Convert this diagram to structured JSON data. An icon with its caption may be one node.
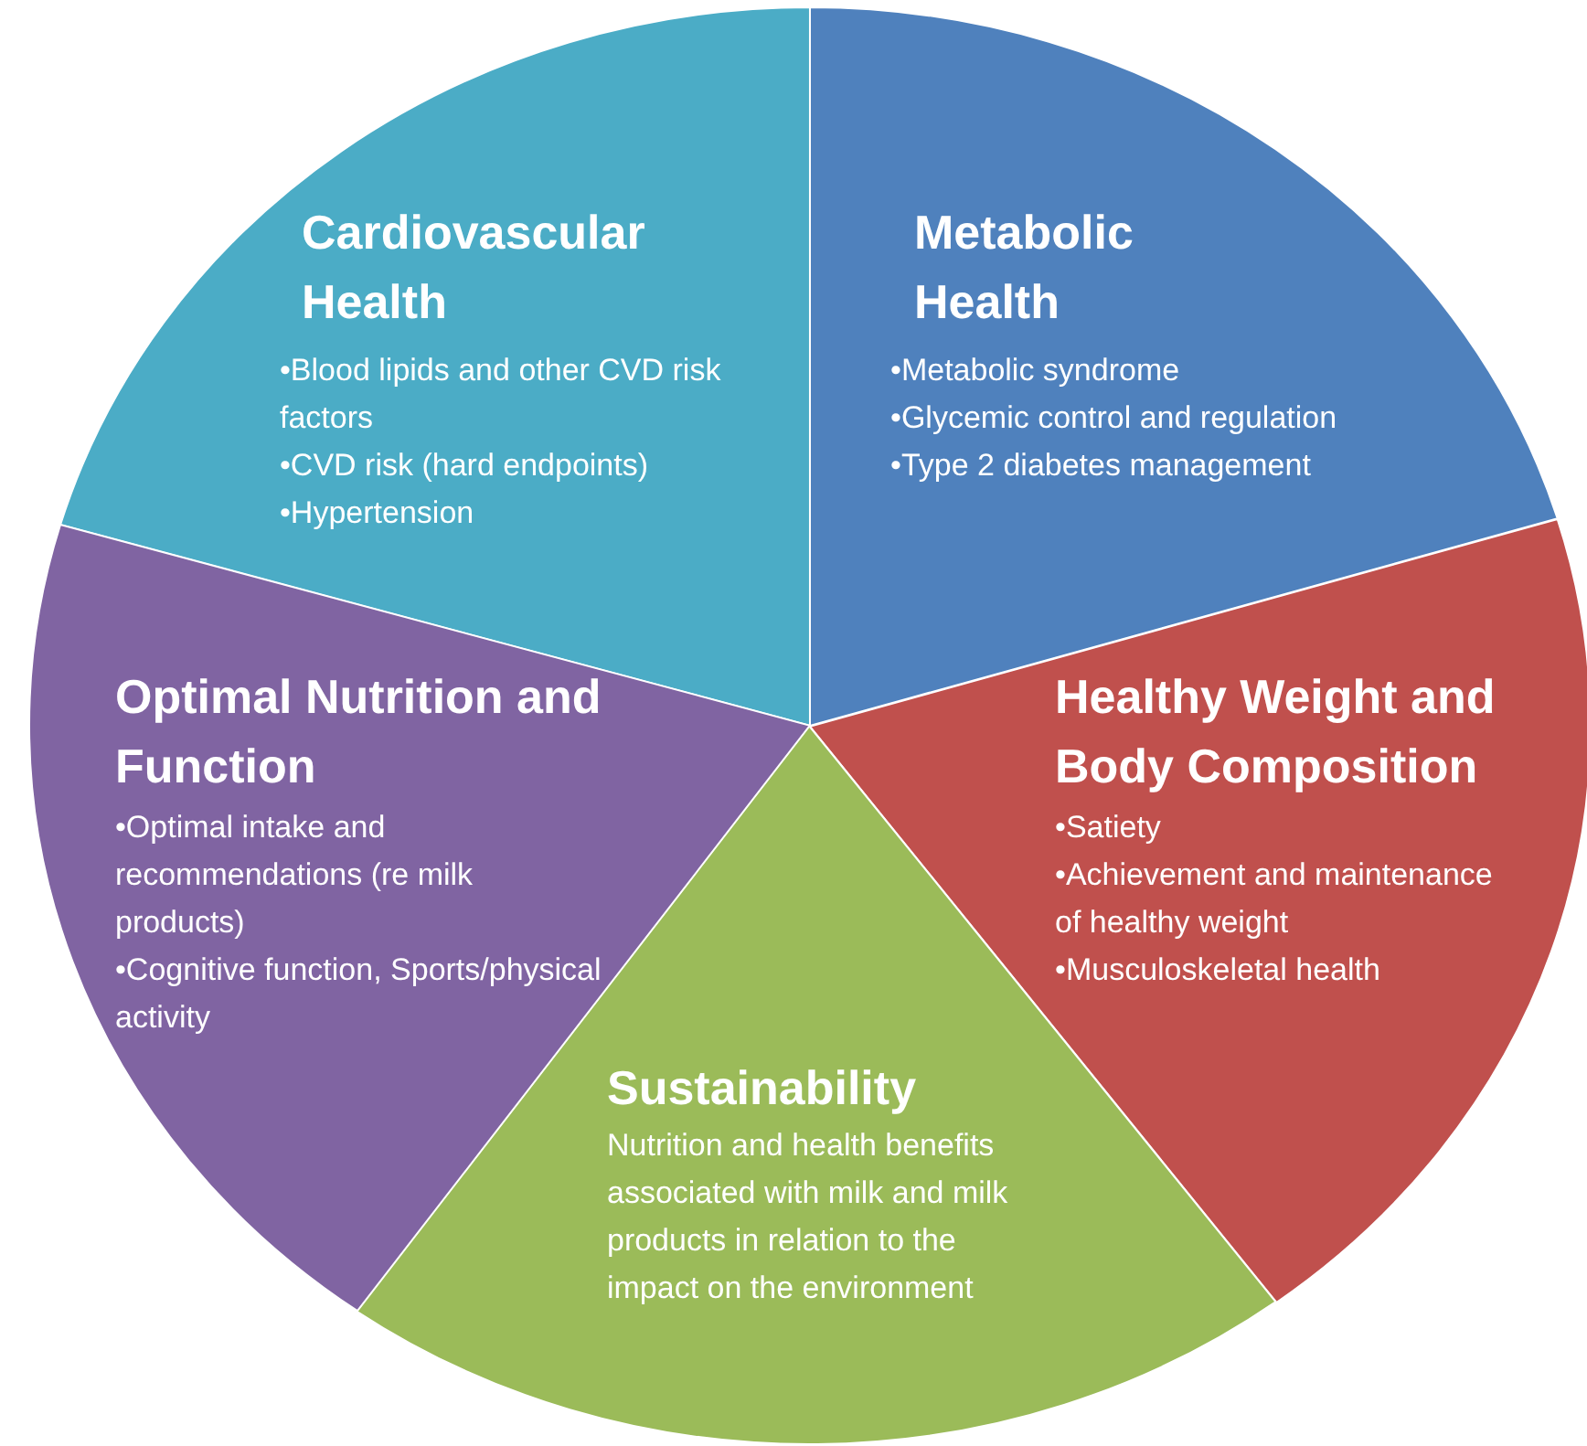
{
  "diagram": {
    "nodes": [
      {
        "text": [
          "Cardiovascular Health",
          "•Blood lipids and other CVD risk factors",
          "•CVD risk (hard endpoints)",
          "•Hypertension"
        ]
      },
      {
        "text": [
          "Metabolic Health",
          "•Metabolic syndrome",
          "•Glycemic control and regulation",
          "•Type 2 diabetes management"
        ]
      },
      {
        "text": [
          "Healthy Weight and Body Composition",
          "•Satiety",
          "•Achievement and maintenance of healthy weight",
          "•Musculoskeletal health"
        ]
      },
      {
        "text": [
          "Sustainability",
          "Nutrition and health benefits associated with milk and milk products in relation to the impact on the environment"
        ]
      },
      {
        "text": [
          "Optimal Nutrition and Function",
          "•Optimal intake and recommendations (re milk products)",
          "•Cognitive function, Sports/physical activity"
        ]
      }
    ]
  }
}
